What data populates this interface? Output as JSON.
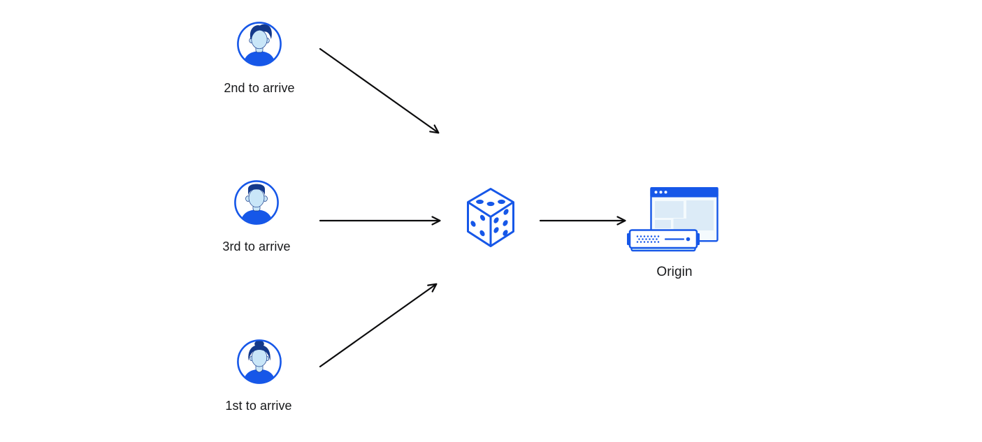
{
  "diagram": {
    "description": "Random traffic steering diagram: three visitors arrive in different order, requests pass through a randomizer (dice) to an origin server",
    "nodes": {
      "visitor_top": {
        "label": "2nd to arrive",
        "icon": "male-user-avatar-icon"
      },
      "visitor_middle": {
        "label": "3rd to arrive",
        "icon": "male-flattop-user-avatar-icon"
      },
      "visitor_bottom": {
        "label": "1st to arrive",
        "icon": "female-user-avatar-icon"
      },
      "randomizer": {
        "label": "",
        "icon": "dice-icon"
      },
      "origin": {
        "label": "Origin",
        "icon": "origin-server-browser-icon"
      }
    },
    "edges": [
      {
        "from": "visitor_top",
        "to": "randomizer"
      },
      {
        "from": "visitor_middle",
        "to": "randomizer"
      },
      {
        "from": "visitor_bottom",
        "to": "randomizer"
      },
      {
        "from": "randomizer",
        "to": "origin"
      }
    ],
    "colors": {
      "background": "#ffffff",
      "primary_blue": "#1657e8",
      "hair_navy": "#14398a",
      "skin_light_blue": "#c9e6f8",
      "window_background": "#f4fafd",
      "wireframe_block_blue": "#dcebf7",
      "server_base_blue": "#bfe0f6",
      "arrow_black": "#0c0c0d",
      "text": "#17181a"
    }
  }
}
